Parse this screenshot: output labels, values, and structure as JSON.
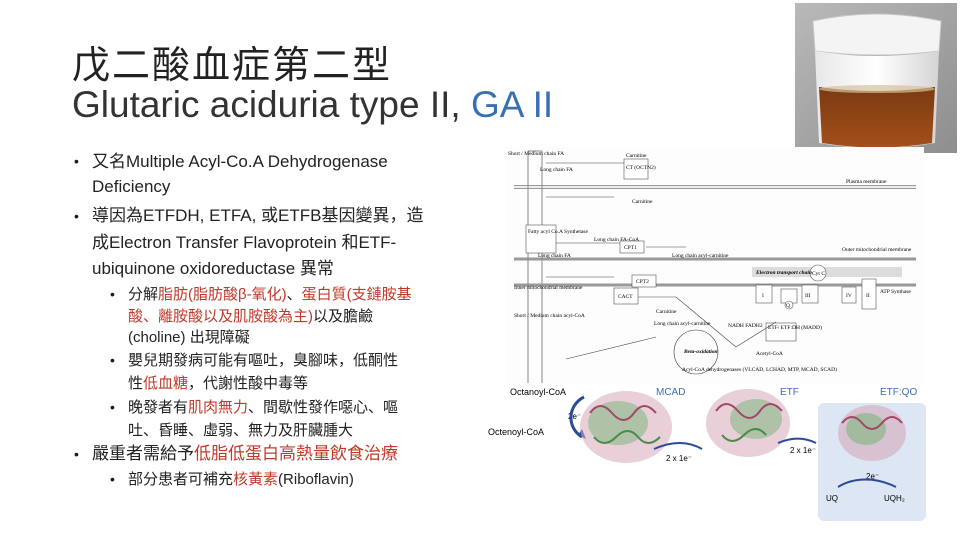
{
  "title": {
    "zh": "戊二酸血症第二型",
    "en_main": "Glutaric aciduria type II, ",
    "en_abbr": "GA II"
  },
  "bullets": {
    "b1_l1": "又名Multiple Acyl-Co.A Dehydrogenase",
    "b1_l2": "Deficiency",
    "b2_l1": "導因為ETFDH, ETFA, 或ETFB基因變異，造",
    "b2_l2": "成Electron Transfer Flavoprotein 和ETF-",
    "b2_l3": "ubiquinone oxidoreductase 異常",
    "s1_pre": "分解",
    "s1_red1": "脂肪(脂肪酸β-氧化)",
    "s1_mid": "、",
    "s1_red2": "蛋白質(支鏈胺基",
    "s1_l2_red": "酸、離胺酸以及肌胺酸為主)",
    "s1_l2_post": "以及膽鹼",
    "s1_l3": "(choline) 出現障礙",
    "s2_l1": "嬰兒期發病可能有嘔吐，臭腳味，低酮性",
    "s2_l2_pre": "性",
    "s2_l2_red": "低血糖",
    "s2_l2_post": "，代謝性酸中毒等",
    "s3_l1_pre": "晚發者有",
    "s3_l1_red": "肌肉無力",
    "s3_l1_post": "、間歇性發作噁心、嘔",
    "s3_l2": "吐、昏睡、虛弱、無力及肝臟腫大",
    "b3_pre": "嚴重者需給予",
    "b3_red": "低脂低蛋白高熱量飲食治療",
    "s4_pre": "部分患者可補充",
    "s4_red": "核黃素",
    "s4_post": "(Riboflavin)"
  },
  "pathway": {
    "short_medium": "Short / Medium chain FA",
    "long_chain_fa_1": "Long chain FA",
    "carnitine_1": "Carnitine",
    "ct": "CT (OCTN2)",
    "plasma_membrane": "Plasma membrane",
    "carnitine_2": "Carnitine",
    "fatty_acyl": "Fatty acyl Co.A Synthetase",
    "long_chain_fa_2": "Long chain FA",
    "cpt1": "CPT1",
    "long_chain_fa_coa": "Long chain FA-CoA",
    "outer_membrane": "Outer mitochondrial membrane",
    "lc_acyl_carnitine_1": "Long chain acyl-carnitine",
    "etc": "Electron transport chain",
    "inner_membrane": "Inner mitochondrial membrane",
    "cact": "CACT",
    "cpt2": "CPT2",
    "carnitine_3": "Carnitine",
    "lc_acyl_carnitine_2": "Long chain acyl-carnitine",
    "short_medium_acyl": "Short / Medium chain acyl-CoA",
    "beta_ox": "Beta-oxidation",
    "nadh": "NADH FADH2",
    "etf_box": "ETF/ ETF:DH (MADD)",
    "acetyl": "Acetyl-CoA",
    "dehydrogenases": "Acyl-CoA dehydrogenases (VLCAD, LCHAD, MTP, MCAD, SCAD)",
    "cytc": "Cyt C",
    "atp": "ATP Synthase",
    "complex_i": "I",
    "complex_ii": "II",
    "complex_iii": "III",
    "complex_iv": "IV",
    "q": "Q"
  },
  "protein": {
    "octanoyl": "Octanoyl-CoA",
    "octenoyl": "Octenoyl-CoA",
    "e2": "2e⁻",
    "mcad": "MCAD",
    "etf": "ETF",
    "etfqo": "ETF:QO",
    "twoe_1": "2 x 1e⁻",
    "twoe_2": "2 x 1e⁻",
    "e2b": "2e⁻",
    "uq": "UQ",
    "uqh2": "UQH₂"
  },
  "colors": {
    "red_highlight": "#c0392b",
    "ga_blue": "#3a6fb4",
    "mcad_color": "#3a6fb4",
    "protein_pink": "#c98aa0",
    "protein_green": "#6aa36a"
  }
}
